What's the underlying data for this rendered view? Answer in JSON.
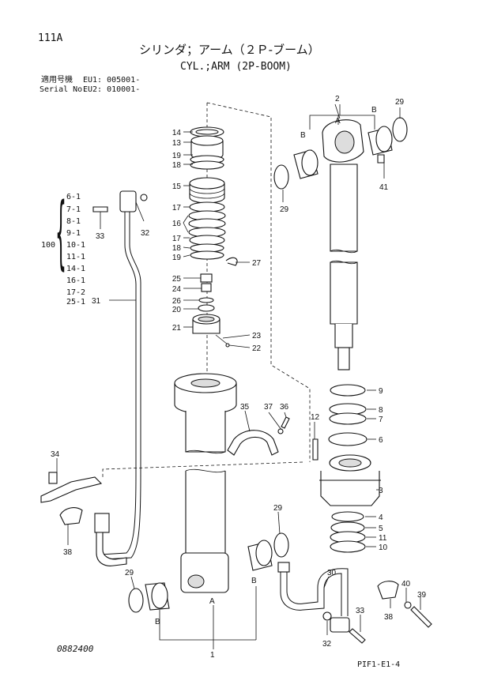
{
  "header": {
    "page_code": "111A",
    "title_jp": "シリンダ；アーム（２Ｐ-ブーム）",
    "title_en": "CYL.;ARM (2P-BOOM)",
    "serial_label_jp": "適用号機",
    "serial_label_en": "Serial No.",
    "serial_eu1": "EU1: 005001-",
    "serial_eu2": "EU2: 010001-"
  },
  "footer": {
    "drawing_number": "0882400",
    "page_ref": "PIF1-E1-4"
  },
  "kit": {
    "number": "100",
    "items": [
      "6-1",
      "7-1",
      "8-1",
      "9-1",
      "10-1",
      "11-1",
      "14-1",
      "16-1",
      "17-2",
      "25-1"
    ]
  },
  "callouts": {
    "c1": "1",
    "c2": "2",
    "c3": "3",
    "c4": "4",
    "c5": "5",
    "c6": "6",
    "c7": "7",
    "c8": "8",
    "c9": "9",
    "c10": "10",
    "c11": "11",
    "c12": "12",
    "c13": "13",
    "c14": "14",
    "c15": "15",
    "c16": "16",
    "c17": "17",
    "c18": "18",
    "c19": "19",
    "c20": "20",
    "c21": "21",
    "c22": "22",
    "c23": "23",
    "c24": "24",
    "c25": "25",
    "c26": "26",
    "c27": "27",
    "c29": "29",
    "c30": "30",
    "c31": "31",
    "c32": "32",
    "c33": "33",
    "c34": "34",
    "c35": "35",
    "c36": "36",
    "c37": "37",
    "c38": "38",
    "c39": "39",
    "c40": "40",
    "c41": "41",
    "letter_a": "A",
    "letter_b": "B"
  }
}
